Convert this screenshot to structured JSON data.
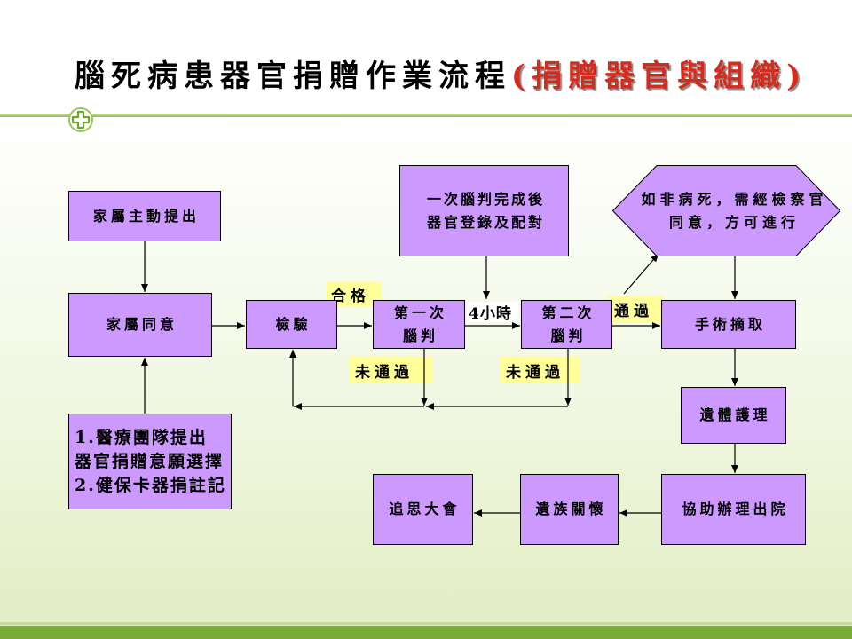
{
  "slide": {
    "title": "腦死病患器官捐贈作業流程",
    "title_highlight": "(捐贈器官與組織)",
    "header_icon": "green-cross-icon"
  },
  "colors": {
    "box_fill": "#cc99ff",
    "label_fill": "#ffff99",
    "title_highlight": "#d42b1c",
    "accent_green": "#7aab36"
  },
  "flow": {
    "nodes": {
      "family_initiative": "家屬主動提出",
      "family_consent": "家屬同意",
      "medical_team": [
        "1.醫療團隊提出",
        "器官捐贈意願選擇",
        "2.健保卡器捐註記"
      ],
      "examination": "檢驗",
      "first_brain_death": [
        "第一次",
        "腦判"
      ],
      "organ_registration": [
        "一次腦判完成後",
        "器官登錄及配對"
      ],
      "second_brain_death": [
        "第二次",
        "腦判"
      ],
      "prosecutor_consent": [
        "如非病死，需經檢察官",
        "同意，方可進行"
      ],
      "organ_procurement": "手術摘取",
      "body_care": "遺體護理",
      "discharge_assistance": "協助辦理出院",
      "family_care": "遺族關懷",
      "memorial_service": "追思大會"
    },
    "edge_labels": {
      "qualified": "合格",
      "interval": "4小時",
      "passed": "通過",
      "first_failed": "未通過",
      "second_failed": "未通過"
    }
  }
}
